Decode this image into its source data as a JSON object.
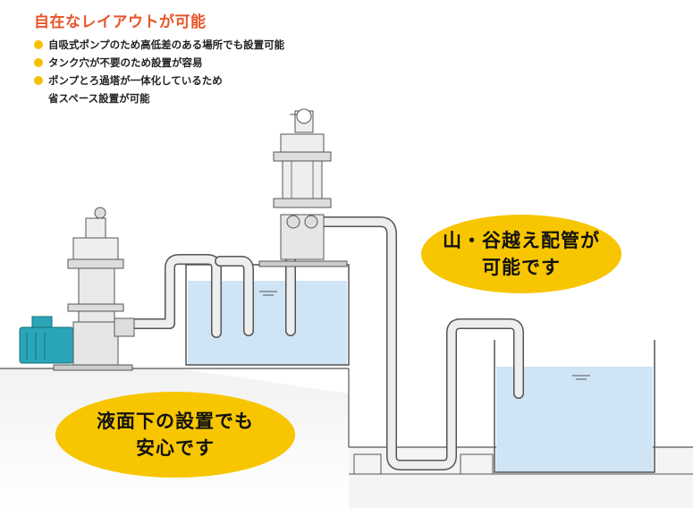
{
  "header": {
    "title": "自在なレイアウトが可能",
    "bullets": [
      "自吸式ポンプのため高低差のある場所でも設置可能",
      "タンク穴が不要のため設置が容易",
      "ポンプとろ過塔が一体化しているため"
    ],
    "bullet3_cont": "省スペース設置が可能"
  },
  "callouts": {
    "right_line1": "山・谷越え配管が",
    "right_line2": "可能です",
    "left_line1": "液面下の設置でも",
    "left_line2": "安心です"
  },
  "colors": {
    "title": "#e8552a",
    "bullet_dot": "#f5c000",
    "callout_fill": "#f7c600",
    "water": "#cfe4f5",
    "ground": "#ececec",
    "motor": "#2aa5b8"
  }
}
